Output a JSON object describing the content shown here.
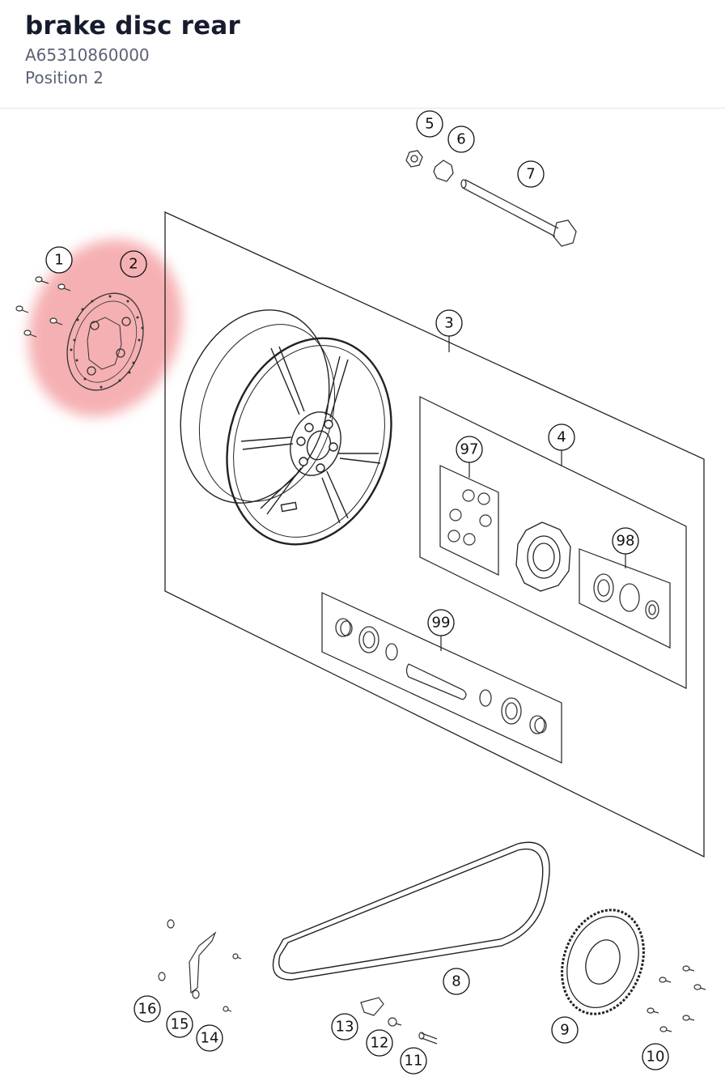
{
  "header": {
    "title": "brake disc rear",
    "part_number": "A65310860000",
    "position": "Position 2"
  },
  "diagram": {
    "highlight_color": "#f4a3a6",
    "callouts": [
      {
        "id": "c1",
        "text": "1"
      },
      {
        "id": "c2",
        "text": "2"
      },
      {
        "id": "c3",
        "text": "3"
      },
      {
        "id": "c4",
        "text": "4"
      },
      {
        "id": "c5",
        "text": "5"
      },
      {
        "id": "c6",
        "text": "6"
      },
      {
        "id": "c7",
        "text": "7"
      },
      {
        "id": "c8",
        "text": "8"
      },
      {
        "id": "c9",
        "text": "9"
      },
      {
        "id": "c10",
        "text": "10"
      },
      {
        "id": "c11",
        "text": "11"
      },
      {
        "id": "c12",
        "text": "12"
      },
      {
        "id": "c13",
        "text": "13"
      },
      {
        "id": "c14",
        "text": "14"
      },
      {
        "id": "c15",
        "text": "15"
      },
      {
        "id": "c16",
        "text": "16"
      },
      {
        "id": "c97",
        "text": "97"
      },
      {
        "id": "c98",
        "text": "98"
      },
      {
        "id": "c99",
        "text": "99"
      }
    ]
  }
}
